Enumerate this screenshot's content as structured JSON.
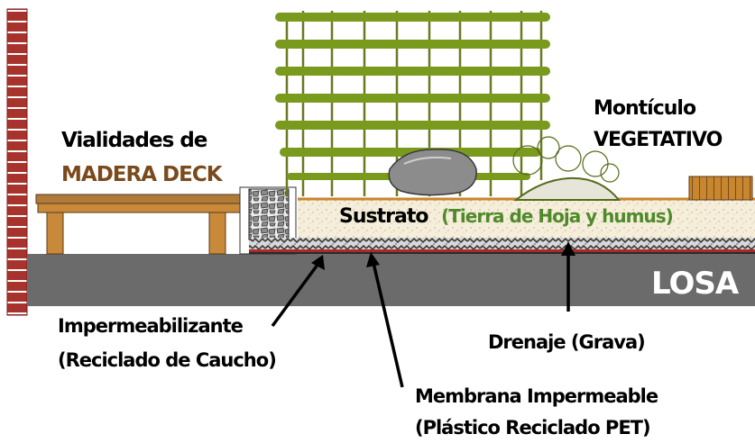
{
  "labels": {
    "vialidades_line1": "Vialidades de",
    "vialidades_line2": "MADERA DECK",
    "monticulo_line1": "Montículo",
    "monticulo_line2": "VEGETATIVO",
    "sustrato": "Sustrato",
    "sustrato_detail": "(Tierra de Hoja y humus)",
    "losa": "LOSA",
    "impermeabilizante": "Impermeabilizante",
    "impermeabilizante_detail": "(Reciclado de Caucho)",
    "drenaje": "Drenaje  (Grava)",
    "membrana": "Membrana Impermeable",
    "membrana_detail": "(Plástico Reciclado PET)"
  },
  "colors": {
    "brick": "#a8322c",
    "deck": "#c88a3a",
    "deck_label": "#7a4a1c",
    "slab": "#6b6b6b",
    "substrate": "#f4ecd8",
    "soil_line": "#c8862e",
    "tree_green": "#7a9a1e",
    "sustrato_detail": "#4f8a2a",
    "bracket": "#2a5fd0",
    "membrane": "#b0272a"
  }
}
